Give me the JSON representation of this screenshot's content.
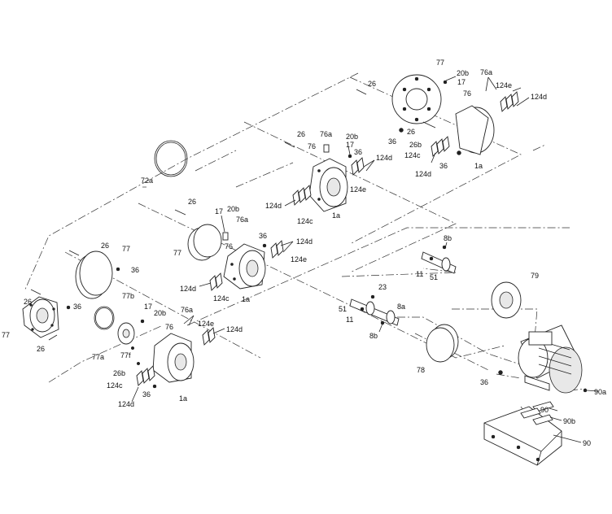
{
  "colors": {
    "line": "#222222",
    "background": "#ffffff"
  },
  "labels": {
    "g1": {
      "p77": "77",
      "p20b": "20b",
      "p17": "17",
      "p76a": "76a",
      "p124e": "124e",
      "p124d": "124d",
      "p26": "26",
      "p76": "76",
      "p36a": "36",
      "p26b": "26b",
      "p124c": "124c",
      "p124d2": "124d",
      "p36b": "36",
      "p1a": "1a"
    },
    "g2": {
      "p26": "26",
      "p76a": "76a",
      "p20b": "20b",
      "p76": "76",
      "p17": "17",
      "p36": "36",
      "p124d": "124d",
      "p124e": "124e",
      "p124d2": "124d",
      "p124c": "124c",
      "p1a": "1a"
    },
    "g3": {
      "p72a": "72a",
      "p26": "26",
      "p17": "17",
      "p20b": "20b",
      "p76a": "76a",
      "p77": "77",
      "p76": "76",
      "p36": "36",
      "p124d": "124d",
      "p124e": "124e",
      "p124d2": "124d",
      "p124c": "124c",
      "p1a": "1a"
    },
    "g4": {
      "p26a": "26",
      "p77": "77",
      "p36": "36",
      "p26b": "26",
      "p36b": "36",
      "p77b": "77b",
      "p26c": "26",
      "p17": "17",
      "p20b": "20b",
      "p76a": "76a",
      "p77a": "77a",
      "p77f": "77f",
      "p76": "76",
      "p124e": "124e",
      "p124d": "124d",
      "p26b2": "26b",
      "p124c": "124c",
      "p36c": "36",
      "p124d2": "124d",
      "p1a": "1a"
    },
    "g5": {
      "p8b": "8b",
      "p11": "11",
      "p51": "51",
      "p23": "23",
      "p51b": "51",
      "p8a": "8a",
      "p11b": "11",
      "p8b2": "8b",
      "p79": "79",
      "p78": "78",
      "p36": "36",
      "p90a": "90a",
      "p90": "90",
      "p90b": "90b",
      "p90c": "90"
    }
  },
  "icons": [
    "ring-icon",
    "bolt-icon",
    "nut-icon",
    "flange-icon",
    "pump-casing-icon",
    "motor-icon",
    "shaft-icon",
    "baseplate-icon"
  ]
}
